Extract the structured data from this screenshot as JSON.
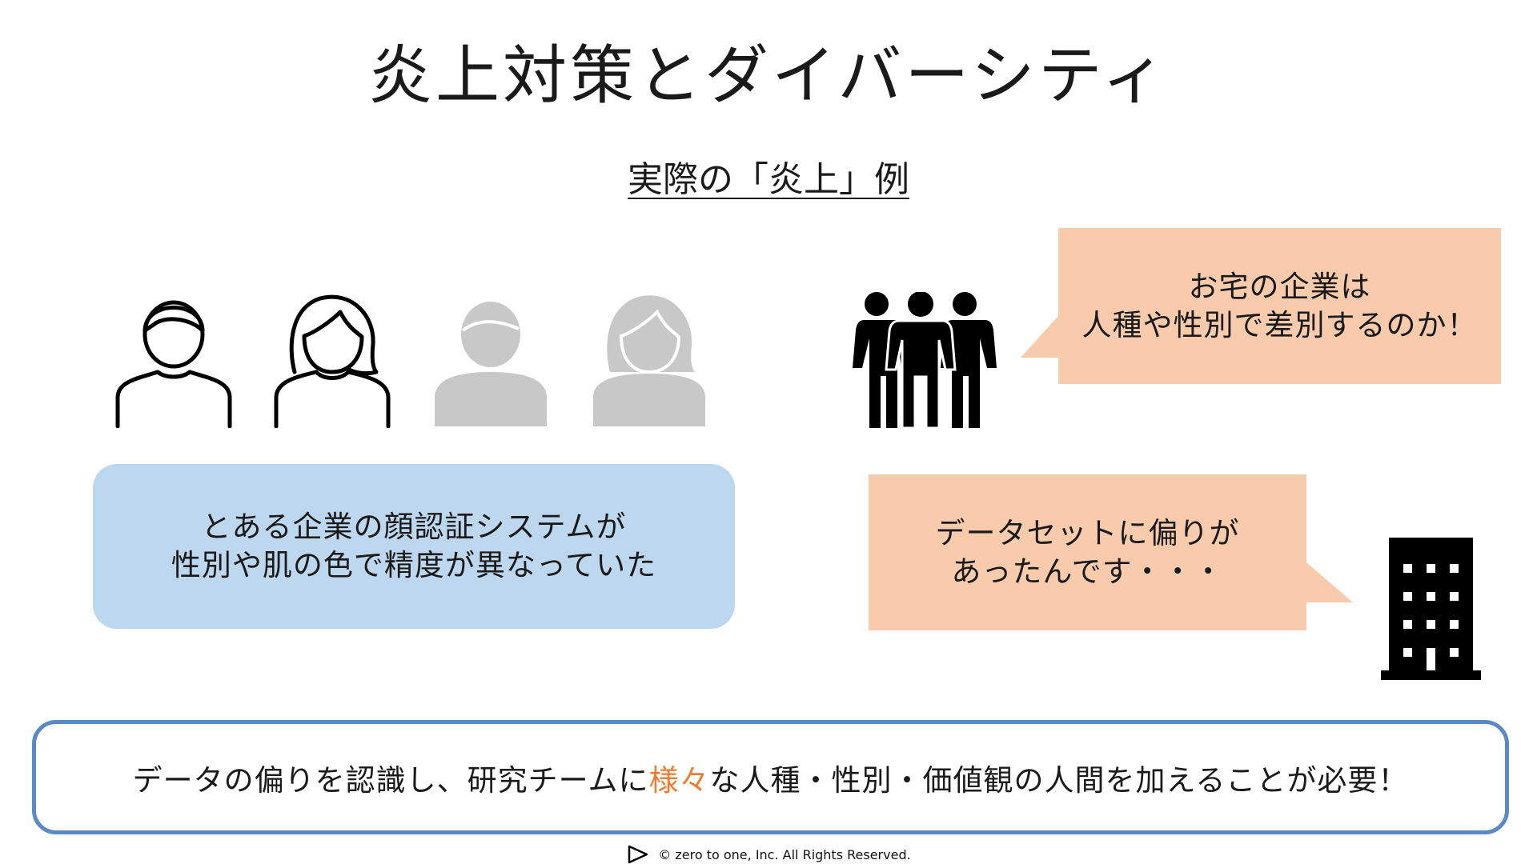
{
  "title": "炎上対策とダイバーシティ",
  "subtitle": "実際の「炎上」例",
  "left_panel": {
    "lines": [
      "とある企業の顔認証システムが",
      "性別や肌の色で精度が異なっていた"
    ]
  },
  "bubble_top": {
    "lines": [
      "お宅の企業は",
      "人種や性別で差別するのか！"
    ]
  },
  "bubble_mid": {
    "lines": [
      "データセットに偏りが",
      "あったんです・・・"
    ]
  },
  "conclusion": {
    "before": "データの偏りを認識し、研究チームに",
    "highlight": "様々",
    "after": "な人種・性別・価値観の人間を加えることが必要！"
  },
  "footer": {
    "copyright": "©  zero to one, Inc. All Rights Reserved."
  },
  "colors": {
    "blue_panel": "#bdd7ee",
    "bubble": "#f8cbad",
    "conclusion_border": "#5b89c3",
    "highlight": "#ed7d31",
    "gray_icon": "#c8c8c8"
  },
  "icons": [
    "man-outline-icon",
    "woman-outline-icon",
    "man-gray-icon",
    "woman-gray-icon",
    "crowd-icon",
    "building-icon",
    "play-logo-icon"
  ]
}
